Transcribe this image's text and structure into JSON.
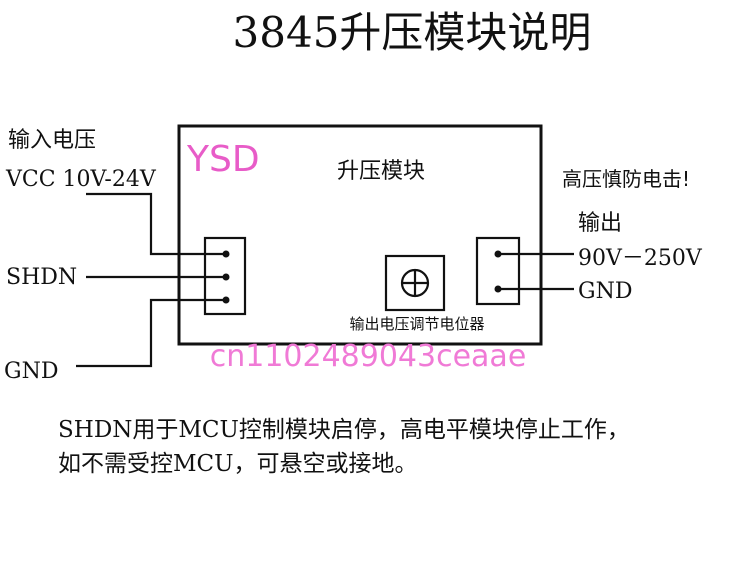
{
  "title": "3845升压模块说明",
  "module": {
    "brand": "YSD",
    "label": "升压模块",
    "pot_label": "输出电压调节电位器"
  },
  "input": {
    "heading": "输入电压",
    "range": "VCC 10V-24V",
    "shdn": "SHDN",
    "gnd": "GND"
  },
  "output": {
    "warning": "高压慎防电击!",
    "heading": "输出",
    "range": "90V－250V",
    "gnd": "GND"
  },
  "watermark": "cn1102489043ceaae",
  "notes": [
    "SHDN用于MCU控制模块启停，高电平模块停止工作，",
    "如不需受控MCU，可悬空或接地。"
  ],
  "colors": {
    "brand": "#e85cc8",
    "watermark": "#f07ad6",
    "ink": "#111111"
  }
}
